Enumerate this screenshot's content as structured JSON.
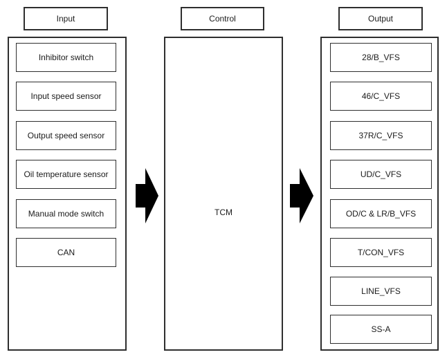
{
  "columns": {
    "input": {
      "header": "Input",
      "items": [
        "Inhibitor switch",
        "Input speed sensor",
        "Output speed sensor",
        "Oil temperature sensor",
        "Manual mode switch",
        "CAN"
      ]
    },
    "control": {
      "header": "Control",
      "unit": "TCM"
    },
    "output": {
      "header": "Output",
      "items": [
        "28/B_VFS",
        "46/C_VFS",
        "37R/C_VFS",
        "UD/C_VFS",
        "OD/C & LR/B_VFS",
        "T/CON_VFS",
        "LINE_VFS",
        "SS-A"
      ]
    }
  },
  "icons": {
    "flow_arrow": "right-block-arrow"
  },
  "colors": {
    "background": "#ffffff",
    "border": "#2e2e2e",
    "text": "#1a1a1a",
    "arrow": "#000000"
  }
}
